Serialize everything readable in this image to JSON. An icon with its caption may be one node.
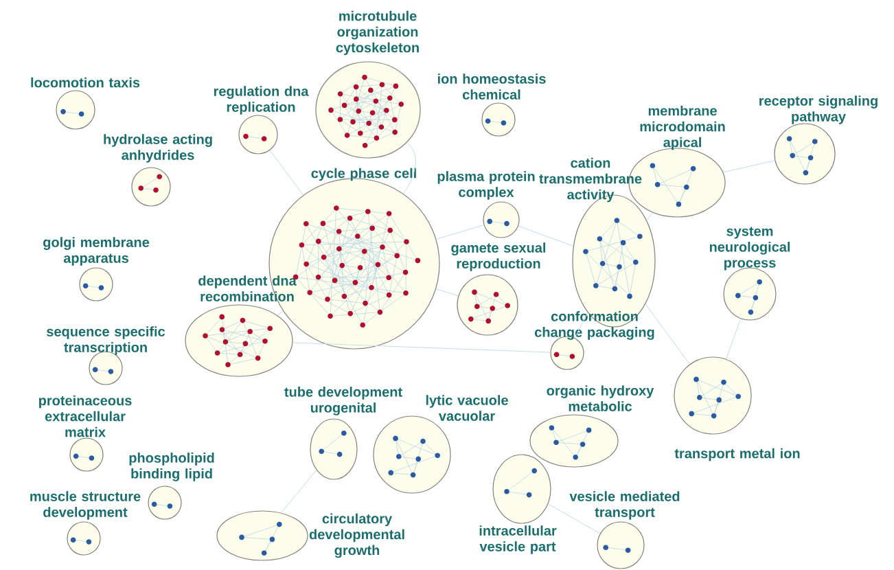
{
  "diagram": {
    "nodes": [
      {
        "text": [
          "locomotion taxis"
        ]
      },
      {
        "text": [
          "regulation dna replication"
        ]
      },
      {
        "text": [
          "microtubule organization cytoskeleton"
        ]
      },
      {
        "text": [
          "ion homeostasis chemical"
        ]
      },
      {
        "text": [
          "hydrolase acting anhydrides"
        ]
      },
      {
        "text": [
          "cycle phase cell"
        ]
      },
      {
        "text": [
          "plasma protein complex"
        ]
      },
      {
        "text": [
          "membrane microdomain apical"
        ]
      },
      {
        "text": [
          "receptor signaling pathway"
        ]
      },
      {
        "text": [
          "cation transmembrane activity"
        ]
      },
      {
        "text": [
          "golgi membrane apparatus"
        ]
      },
      {
        "text": [
          "dependent dna recombination"
        ]
      },
      {
        "text": [
          "gamete sexual reproduction"
        ]
      },
      {
        "text": [
          "system neurological process"
        ]
      },
      {
        "text": [
          "sequence specific transcription"
        ]
      },
      {
        "text": [
          "conformation change packaging"
        ]
      },
      {
        "text": [
          "transport metal ion"
        ]
      },
      {
        "text": [
          "proteinaceous extracellular matrix"
        ]
      },
      {
        "text": [
          "tube development urogenital"
        ]
      },
      {
        "text": [
          "lytic vacuole vacuolar"
        ]
      },
      {
        "text": [
          "organic hydroxy metabolic"
        ]
      },
      {
        "text": [
          "phospholipid binding lipid"
        ]
      },
      {
        "text": [
          "muscle structure development"
        ]
      },
      {
        "text": [
          "intracellular vesicle part"
        ]
      },
      {
        "text": [
          "circulatory developmental growth"
        ]
      },
      {
        "text": [
          "vesicle mediated transport"
        ]
      }
    ],
    "edges": [
      {
        "from": 1,
        "to": 5,
        "arrow": "none"
      },
      {
        "from": 2,
        "to": 5,
        "arrow": "none"
      },
      {
        "from": 5,
        "to": 11,
        "arrow": "none"
      },
      {
        "from": 5,
        "to": 12,
        "arrow": "none"
      },
      {
        "from": 5,
        "to": 6,
        "arrow": "none"
      },
      {
        "from": 6,
        "to": 9,
        "arrow": "none"
      },
      {
        "from": 9,
        "to": 16,
        "arrow": "none"
      },
      {
        "from": 9,
        "to": 7,
        "arrow": "none"
      },
      {
        "from": 7,
        "to": 8,
        "arrow": "none"
      },
      {
        "from": 13,
        "to": 16,
        "arrow": "none"
      },
      {
        "from": 9,
        "to": 15,
        "arrow": "none"
      },
      {
        "from": 11,
        "to": 15,
        "arrow": "none"
      },
      {
        "from": 18,
        "to": 24,
        "arrow": "none"
      },
      {
        "from": 23,
        "to": 25,
        "arrow": "none"
      }
    ]
  }
}
